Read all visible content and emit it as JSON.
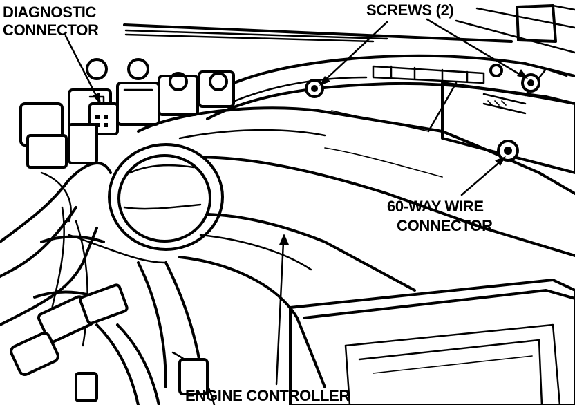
{
  "labels": {
    "diagnostic_line1": "DIAGNOSTIC",
    "diagnostic_line2": "CONNECTOR",
    "screws": "SCREWS (2)",
    "wire_line1": "60-WAY WIRE",
    "wire_line2": "CONNECTOR",
    "engine_controller": "ENGINE CONTROLLER"
  },
  "colors": {
    "ink": "#000000",
    "paper": "#ffffff"
  }
}
